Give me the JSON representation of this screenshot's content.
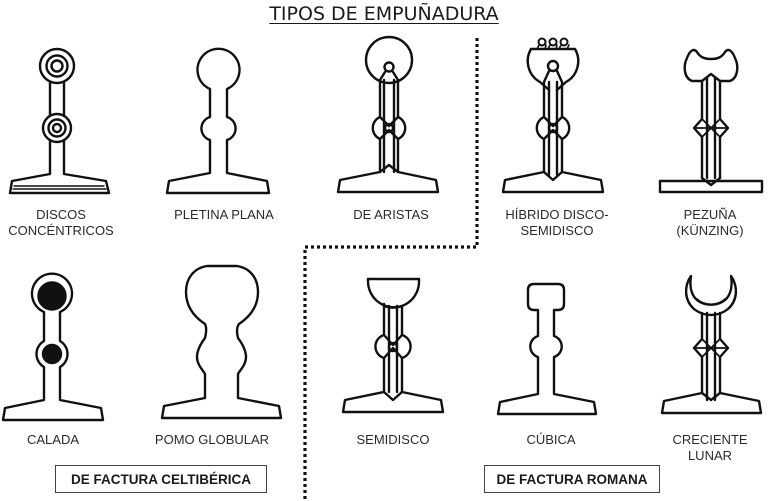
{
  "title": "TIPOS DE EMPUÑADURA",
  "groups": {
    "celtiberica": "DE FACTURA CELTIBÉRICA",
    "romana": "DE FACTURA ROMANA"
  },
  "hilts": [
    {
      "id": "discos-concentricos",
      "label": "DISCOS\nCONCÉNTRICOS",
      "group": "celtiberica",
      "row": 1,
      "col": 1
    },
    {
      "id": "pletina-plana",
      "label": "PLETINA PLANA",
      "group": "celtiberica",
      "row": 1,
      "col": 2
    },
    {
      "id": "de-aristas",
      "label": "DE ARISTAS",
      "group": "celtiberica",
      "row": 1,
      "col": 3
    },
    {
      "id": "hibrido-disco-semidisco",
      "label": "HÍBRIDO DISCO-\nSEMIDISCO",
      "group": "romana",
      "row": 1,
      "col": 4
    },
    {
      "id": "pezuna-kunzing",
      "label": "PEZUÑA\n(KÜNZING)",
      "group": "romana",
      "row": 1,
      "col": 5
    },
    {
      "id": "calada",
      "label": "CALADA",
      "group": "celtiberica",
      "row": 2,
      "col": 1
    },
    {
      "id": "pomo-globular",
      "label": "POMO GLOBULAR",
      "group": "celtiberica",
      "row": 2,
      "col": 2
    },
    {
      "id": "semidisco",
      "label": "SEMIDISCO",
      "group": "romana",
      "row": 2,
      "col": 3
    },
    {
      "id": "cubica",
      "label": "CÚBICA",
      "group": "romana",
      "row": 2,
      "col": 4
    },
    {
      "id": "creciente-lunar",
      "label": "CRECIENTE\nLUNAR",
      "group": "romana",
      "row": 2,
      "col": 5
    }
  ],
  "colors": {
    "stroke": "#111111",
    "text": "#2a2a2a",
    "background": "#ffffff"
  }
}
